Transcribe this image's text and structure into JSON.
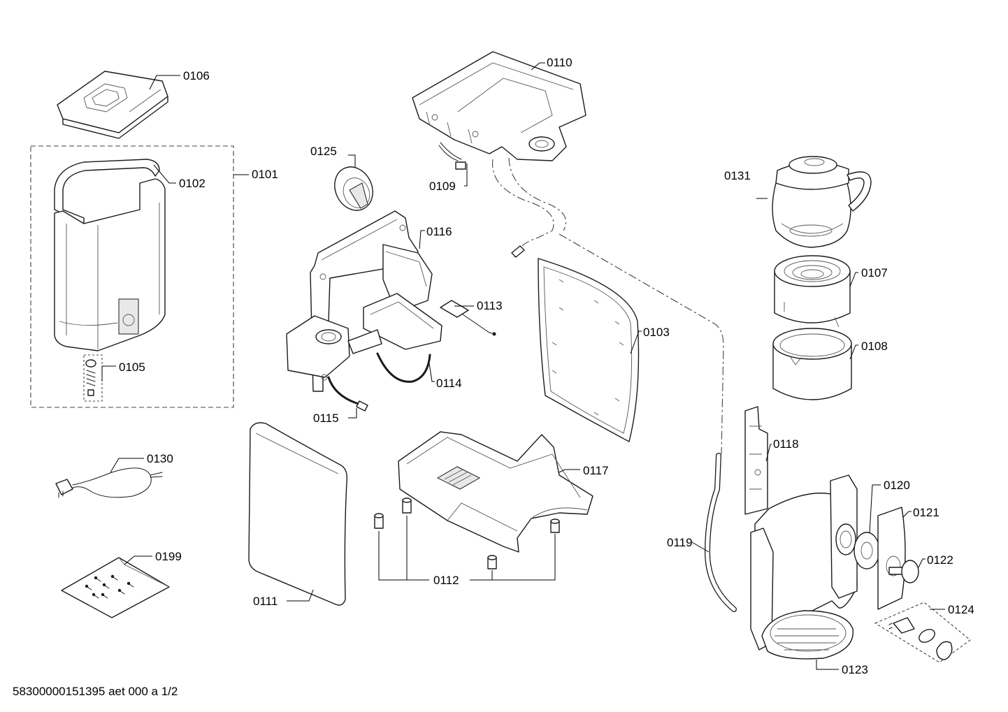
{
  "document_id": "58300000151395 aet 000 a 1/2",
  "part_numbers": {
    "p0101": "0101",
    "p0102": "0102",
    "p0103": "0103",
    "p0105": "0105",
    "p0106": "0106",
    "p0107": "0107",
    "p0108": "0108",
    "p0109": "0109",
    "p0110": "0110",
    "p0111": "0111",
    "p0112": "0112",
    "p0113": "0113",
    "p0114": "0114",
    "p0115": "0115",
    "p0116": "0116",
    "p0117": "0117",
    "p0118": "0118",
    "p0119": "0119",
    "p0120": "0120",
    "p0121": "0121",
    "p0122": "0122",
    "p0123": "0123",
    "p0124": "0124",
    "p0125": "0125",
    "p0130": "0130",
    "p0131": "0131",
    "p0199": "0199"
  }
}
